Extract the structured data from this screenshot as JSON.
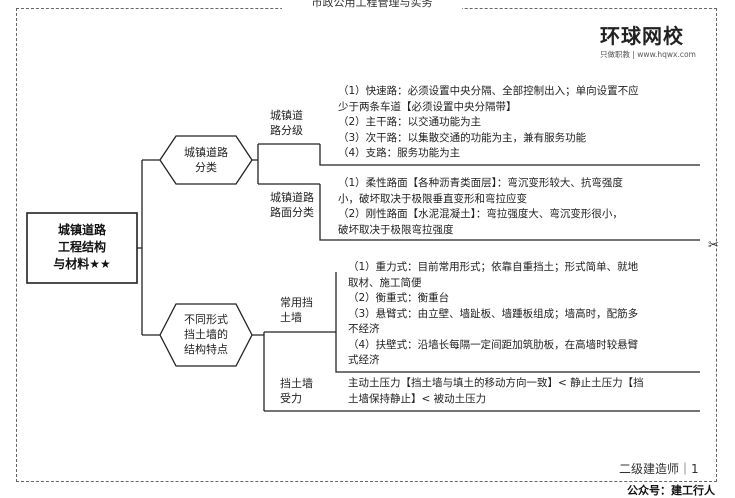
{
  "header": {
    "title": "市政公用工程管理与实务"
  },
  "logo": {
    "main": "环球网校",
    "sub": "只做职教 | www.hqwx.com"
  },
  "root": {
    "line1": "城镇道路",
    "line2": "工程结构",
    "line3": "与材料★★"
  },
  "branches": [
    {
      "label_line1": "城镇道路",
      "label_line2": "分类",
      "children": [
        {
          "label_line1": "城镇道",
          "label_line2": "路分级",
          "details": [
            "（1）快速路：必须设置中央分隔、全部控制出入；单向设置不应",
            "少于两条车道【必须设置中央分隔带】",
            "（2）主干路：以交通功能为主",
            "（3）次干路：以集散交通的功能为主，兼有服务功能",
            "（4）支路：服务功能为主"
          ]
        },
        {
          "label_line1": "城镇道路",
          "label_line2": "路面分类",
          "details": [
            "（1）柔性路面【各种沥青类面层】：弯沉变形较大、抗弯强度",
            "小，破坏取决于极限垂直变形和弯拉应变",
            "（2）刚性路面【水泥混凝土】：弯拉强度大、弯沉变形很小，",
            "破坏取决于极限弯拉强度"
          ]
        }
      ]
    },
    {
      "label_line1": "不同形式",
      "label_line2": "挡土墙的",
      "label_line3": "结构特点",
      "children": [
        {
          "label_line1": "常用挡",
          "label_line2": "土墙",
          "details": [
            "（1）重力式：目前常用形式；依靠自重挡土；形式简单、就地",
            "取材、施工简便",
            "（2）衡重式：衡重台",
            "（3）悬臂式：由立壁、墙趾板、墙踵板组成；墙高时，配筋多",
            "不经济",
            "（4）扶壁式：沿墙长每隔一定间距加筑肋板，在高墙时较悬臂",
            "式经济"
          ]
        },
        {
          "label_line1": "挡土墙",
          "label_line2": "受力",
          "details": [
            "主动土压力【挡土墙与填土的移动方向一致】< 静止土压力【挡",
            "土墙保持静止】< 被动土压力"
          ]
        }
      ]
    }
  ],
  "footer": {
    "page": "二级建造师｜1",
    "wechat": "公众号：建工行人"
  }
}
